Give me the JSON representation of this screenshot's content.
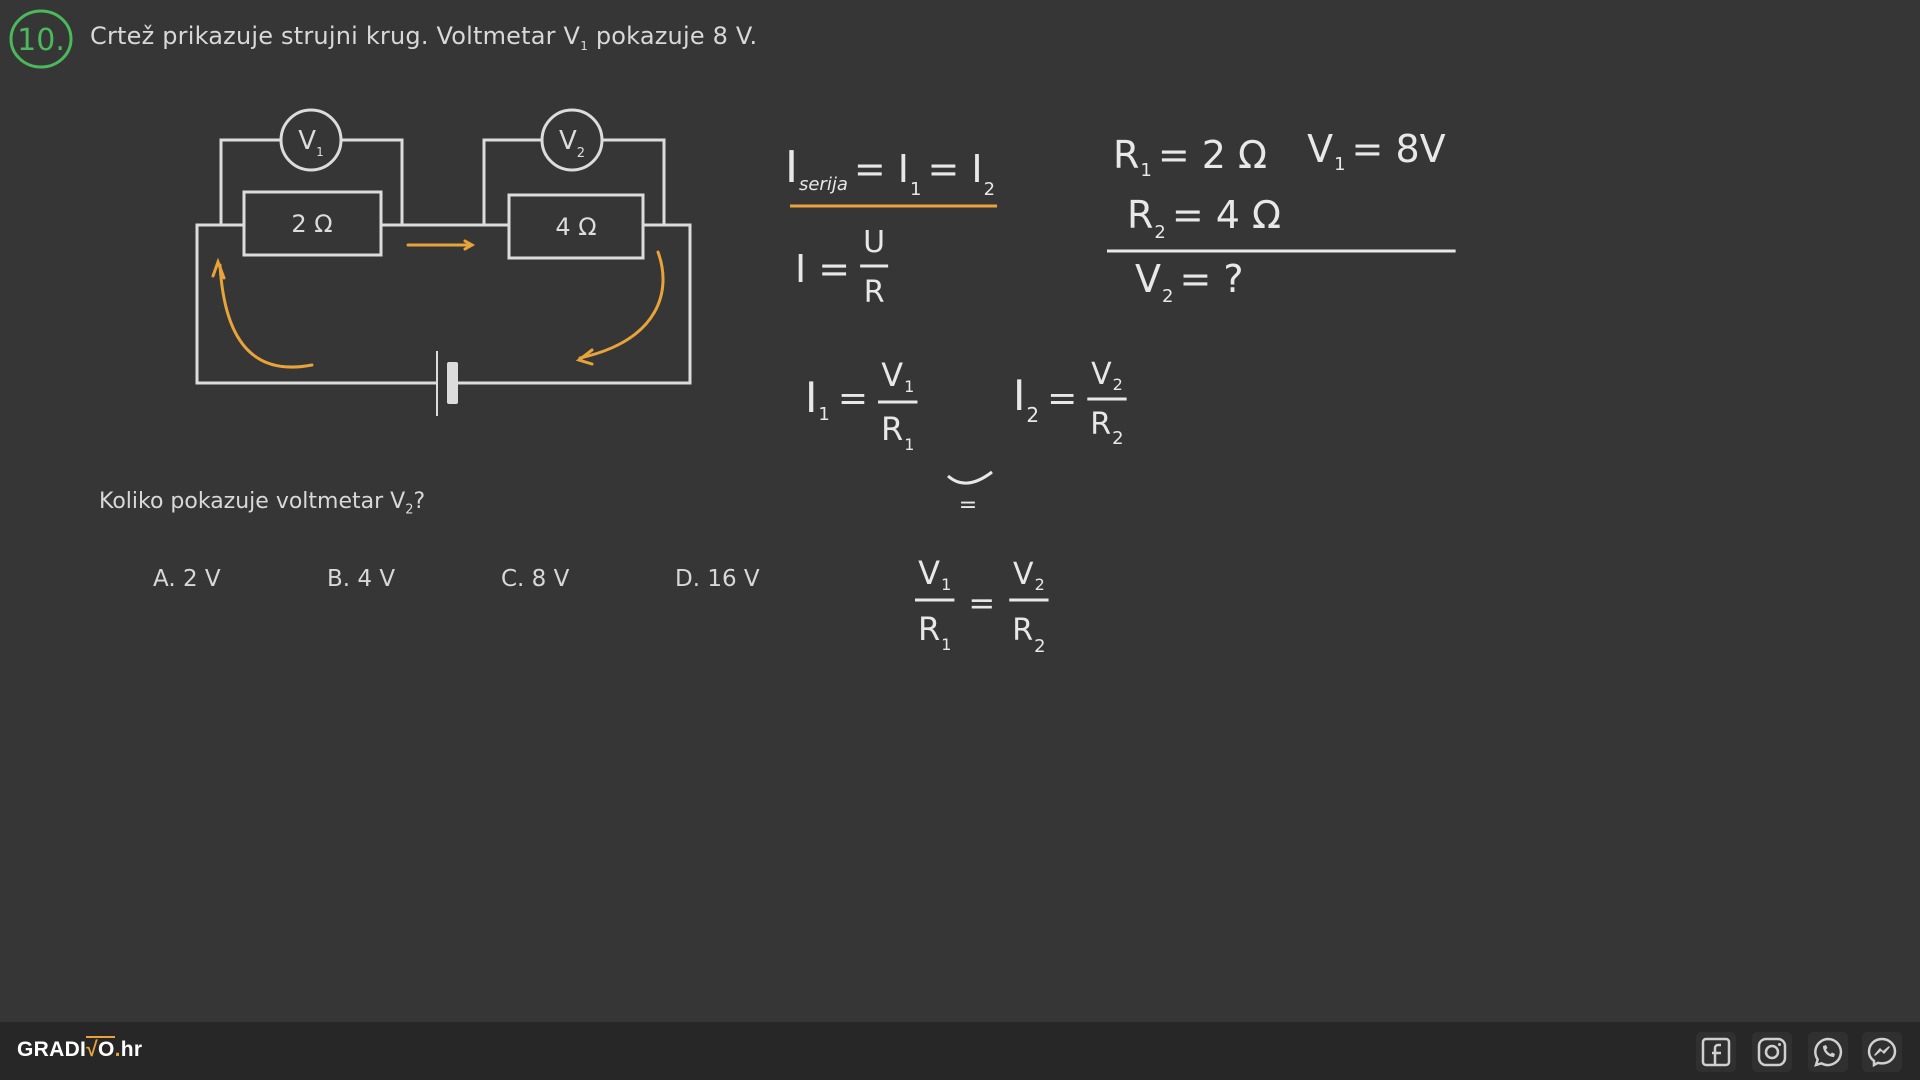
{
  "question": {
    "number": "10.",
    "statement": "Crtež prikazuje strujni krug. Voltmetar V",
    "statement_sub": "1",
    "statement_end": " pokazuje 8 V.",
    "prompt": "Koliko pokazuje voltmetar V",
    "prompt_sub": "2",
    "prompt_end": "?",
    "answers": [
      {
        "label": "A. 2 V"
      },
      {
        "label": "B. 4 V"
      },
      {
        "label": "C. 8 V"
      },
      {
        "label": "D. 16 V"
      }
    ]
  },
  "circuit": {
    "voltmeter1": {
      "symbol": "V",
      "sub": "1"
    },
    "voltmeter2": {
      "symbol": "V",
      "sub": "2"
    },
    "resistor1": "2 Ω",
    "resistor2": "4 Ω"
  },
  "notes": {
    "series_current": {
      "I": "I",
      "sub": "serija",
      "rest": "= I",
      "sub1": "1",
      "eq": "= I",
      "sub2": "2"
    },
    "ohm": {
      "lhs": "I =",
      "num": "U",
      "den": "R"
    },
    "given": {
      "r1": "R",
      "r1_sub": "1",
      "r1_val": "= 2 Ω",
      "v1": "V",
      "v1_sub": "1",
      "v1_val": "= 8V",
      "r2": "R",
      "r2_sub": "2",
      "r2_val": "= 4 Ω",
      "v2": "V",
      "v2_sub": "2",
      "v2_val": "= ?"
    },
    "i1": {
      "lhs": "I",
      "lhs_sub": "1",
      "eq": "=",
      "num": "V",
      "num_sub": "1",
      "den": "R",
      "den_sub": "1"
    },
    "i2": {
      "lhs": "I",
      "lhs_sub": "2",
      "eq": "=",
      "num": "V",
      "num_sub": "2",
      "den": "R",
      "den_sub": "2"
    },
    "equal_sign": "=",
    "ratio": {
      "num1": "V",
      "num1_sub": "1",
      "den1": "R",
      "den1_sub": "1",
      "eq": "=",
      "num2": "V",
      "num2_sub": "2",
      "den2": "R",
      "den2_sub": "2"
    }
  },
  "footer": {
    "logo_left": "GRADI",
    "logo_sqrt": "√",
    "logo_mid": "O",
    "logo_dot": ".",
    "logo_right": "hr",
    "social": [
      {
        "icon": "facebook-icon"
      },
      {
        "icon": "instagram-icon"
      },
      {
        "icon": "whatsapp-icon"
      },
      {
        "icon": "messenger-icon"
      }
    ]
  },
  "colors": {
    "background": "#363636",
    "footer": "#272727",
    "chalk": "#e6e6e6",
    "accent_orange": "#e8a33a",
    "number_green": "#4cb85c"
  }
}
